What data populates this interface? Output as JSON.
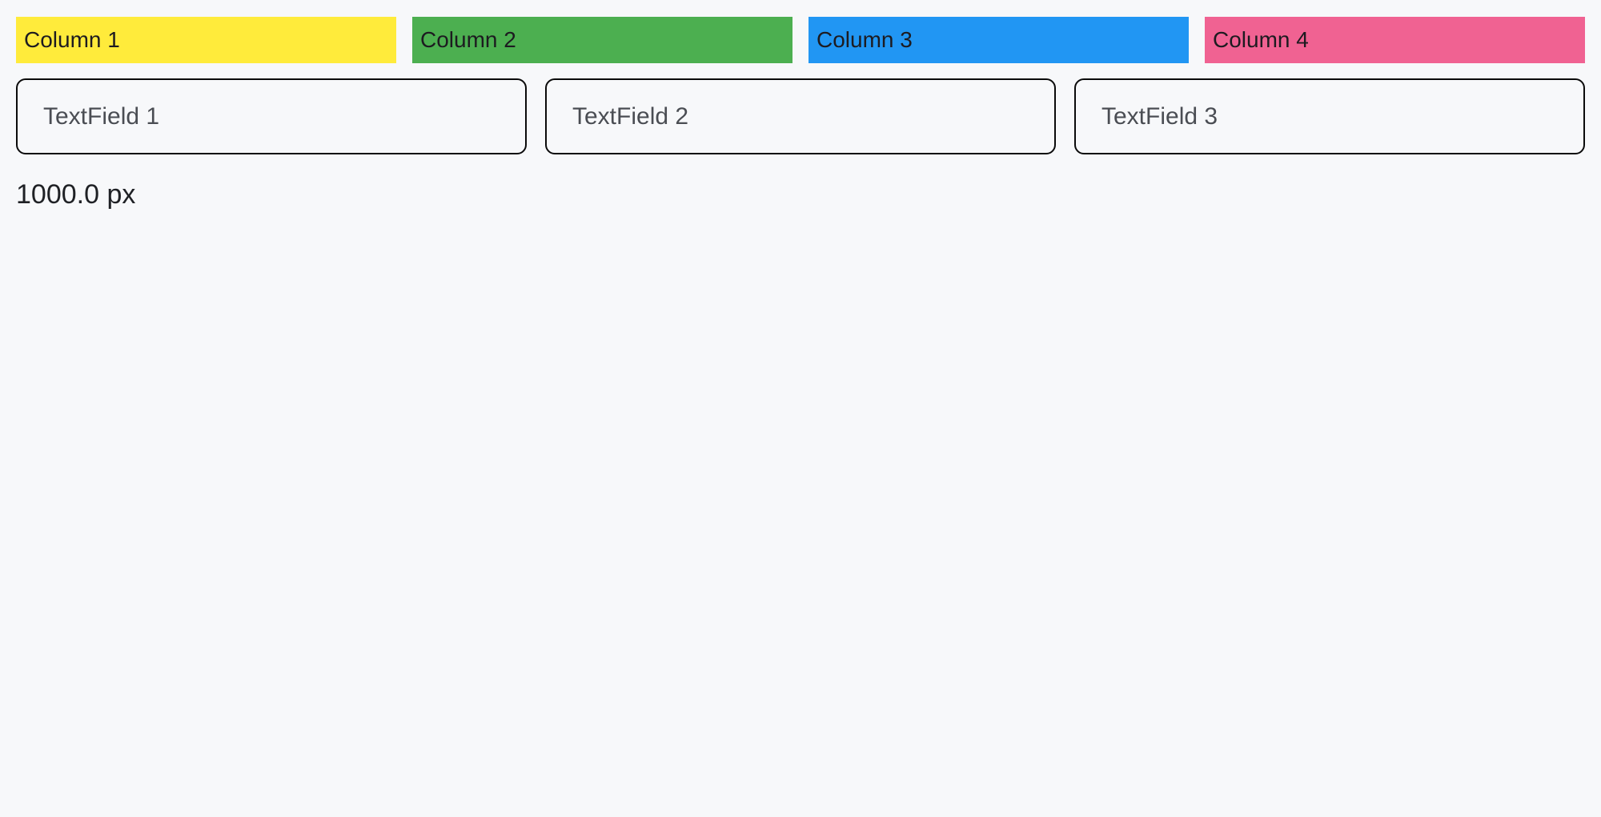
{
  "page": {
    "background_color": "#F7F8FA"
  },
  "columns": [
    {
      "label": "Column 1",
      "color": "#FFEB3B"
    },
    {
      "label": "Column 2",
      "color": "#4CAF50"
    },
    {
      "label": "Column 3",
      "color": "#2196F3"
    },
    {
      "label": "Column 4",
      "color": "#F06292"
    }
  ],
  "textfields": [
    {
      "placeholder": "TextField 1",
      "value": ""
    },
    {
      "placeholder": "TextField 2",
      "value": ""
    },
    {
      "placeholder": "TextField 3",
      "value": ""
    }
  ],
  "footer": {
    "width_label": "1000.0 px"
  }
}
